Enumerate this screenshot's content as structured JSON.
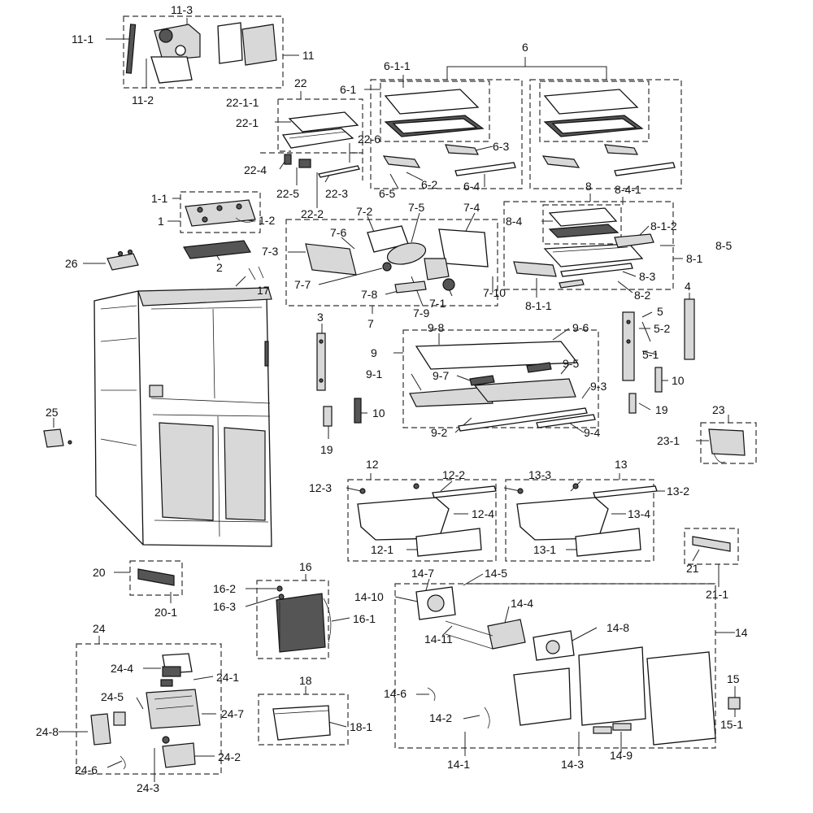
{
  "labels": [
    {
      "id": "11-1",
      "text": "11-1"
    },
    {
      "id": "11-3",
      "text": "11-3"
    },
    {
      "id": "11",
      "text": "11"
    },
    {
      "id": "11-2",
      "text": "11-2"
    },
    {
      "id": "22",
      "text": "22"
    },
    {
      "id": "22-1-1",
      "text": "22-1-1"
    },
    {
      "id": "22-1",
      "text": "22-1"
    },
    {
      "id": "22-6",
      "text": "22-6"
    },
    {
      "id": "22-4",
      "text": "22-4"
    },
    {
      "id": "22-5",
      "text": "22-5"
    },
    {
      "id": "22-3",
      "text": "22-3"
    },
    {
      "id": "22-2",
      "text": "22-2"
    },
    {
      "id": "6",
      "text": "6"
    },
    {
      "id": "6-1-1",
      "text": "6-1-1"
    },
    {
      "id": "6-1",
      "text": "6-1"
    },
    {
      "id": "6-3",
      "text": "6-3"
    },
    {
      "id": "6-2",
      "text": "6-2"
    },
    {
      "id": "6-5",
      "text": "6-5"
    },
    {
      "id": "6-4",
      "text": "6-4"
    },
    {
      "id": "8",
      "text": "8"
    },
    {
      "id": "8-4-1",
      "text": "8-4-1"
    },
    {
      "id": "8-4",
      "text": "8-4"
    },
    {
      "id": "8-1-2",
      "text": "8-1-2"
    },
    {
      "id": "8-5",
      "text": "8-5"
    },
    {
      "id": "8-1",
      "text": "8-1"
    },
    {
      "id": "8-3",
      "text": "8-3"
    },
    {
      "id": "8-2",
      "text": "8-2"
    },
    {
      "id": "8-1-1",
      "text": "8-1-1"
    },
    {
      "id": "1-1",
      "text": "1-1"
    },
    {
      "id": "1",
      "text": "1"
    },
    {
      "id": "1-2",
      "text": "1-2"
    },
    {
      "id": "2",
      "text": "2"
    },
    {
      "id": "26",
      "text": "26"
    },
    {
      "id": "17",
      "text": "17"
    },
    {
      "id": "7-2",
      "text": "7-2"
    },
    {
      "id": "7-5",
      "text": "7-5"
    },
    {
      "id": "7-4",
      "text": "7-4"
    },
    {
      "id": "7-6",
      "text": "7-6"
    },
    {
      "id": "7-3",
      "text": "7-3"
    },
    {
      "id": "7-7",
      "text": "7-7"
    },
    {
      "id": "7-8",
      "text": "7-8"
    },
    {
      "id": "7-9",
      "text": "7-9"
    },
    {
      "id": "7-1",
      "text": "7-1"
    },
    {
      "id": "7-10",
      "text": "7-10"
    },
    {
      "id": "7",
      "text": "7"
    },
    {
      "id": "4",
      "text": "4"
    },
    {
      "id": "5",
      "text": "5"
    },
    {
      "id": "5-2",
      "text": "5-2"
    },
    {
      "id": "5-1",
      "text": "5-1"
    },
    {
      "id": "10a",
      "text": "10"
    },
    {
      "id": "19a",
      "text": "19"
    },
    {
      "id": "3",
      "text": "3"
    },
    {
      "id": "10b",
      "text": "10"
    },
    {
      "id": "19b",
      "text": "19"
    },
    {
      "id": "9-8",
      "text": "9-8"
    },
    {
      "id": "9-6",
      "text": "9-6"
    },
    {
      "id": "9",
      "text": "9"
    },
    {
      "id": "9-1",
      "text": "9-1"
    },
    {
      "id": "9-7",
      "text": "9-7"
    },
    {
      "id": "9-5",
      "text": "9-5"
    },
    {
      "id": "9-3",
      "text": "9-3"
    },
    {
      "id": "9-2",
      "text": "9-2"
    },
    {
      "id": "9-4",
      "text": "9-4"
    },
    {
      "id": "25",
      "text": "25"
    },
    {
      "id": "23",
      "text": "23"
    },
    {
      "id": "23-1",
      "text": "23-1"
    },
    {
      "id": "12",
      "text": "12"
    },
    {
      "id": "12-2",
      "text": "12-2"
    },
    {
      "id": "12-3",
      "text": "12-3"
    },
    {
      "id": "12-4",
      "text": "12-4"
    },
    {
      "id": "12-1",
      "text": "12-1"
    },
    {
      "id": "13",
      "text": "13"
    },
    {
      "id": "13-3",
      "text": "13-3"
    },
    {
      "id": "13-2",
      "text": "13-2"
    },
    {
      "id": "13-4",
      "text": "13-4"
    },
    {
      "id": "13-1",
      "text": "13-1"
    },
    {
      "id": "21",
      "text": "21"
    },
    {
      "id": "21-1",
      "text": "21-1"
    },
    {
      "id": "20",
      "text": "20"
    },
    {
      "id": "20-1",
      "text": "20-1"
    },
    {
      "id": "16",
      "text": "16"
    },
    {
      "id": "16-2",
      "text": "16-2"
    },
    {
      "id": "16-3",
      "text": "16-3"
    },
    {
      "id": "16-1",
      "text": "16-1"
    },
    {
      "id": "14-7",
      "text": "14-7"
    },
    {
      "id": "14-5",
      "text": "14-5"
    },
    {
      "id": "14-10",
      "text": "14-10"
    },
    {
      "id": "14-4",
      "text": "14-4"
    },
    {
      "id": "14-8",
      "text": "14-8"
    },
    {
      "id": "14-11",
      "text": "14-11"
    },
    {
      "id": "14",
      "text": "14"
    },
    {
      "id": "14-6",
      "text": "14-6"
    },
    {
      "id": "14-2",
      "text": "14-2"
    },
    {
      "id": "14-1",
      "text": "14-1"
    },
    {
      "id": "14-3",
      "text": "14-3"
    },
    {
      "id": "14-9",
      "text": "14-9"
    },
    {
      "id": "15",
      "text": "15"
    },
    {
      "id": "15-1",
      "text": "15-1"
    },
    {
      "id": "24",
      "text": "24"
    },
    {
      "id": "24-4",
      "text": "24-4"
    },
    {
      "id": "24-1",
      "text": "24-1"
    },
    {
      "id": "24-5",
      "text": "24-5"
    },
    {
      "id": "24-7",
      "text": "24-7"
    },
    {
      "id": "24-8",
      "text": "24-8"
    },
    {
      "id": "24-2",
      "text": "24-2"
    },
    {
      "id": "24-6",
      "text": "24-6"
    },
    {
      "id": "24-3",
      "text": "24-3"
    },
    {
      "id": "18",
      "text": "18"
    },
    {
      "id": "18-1",
      "text": "18-1"
    }
  ]
}
